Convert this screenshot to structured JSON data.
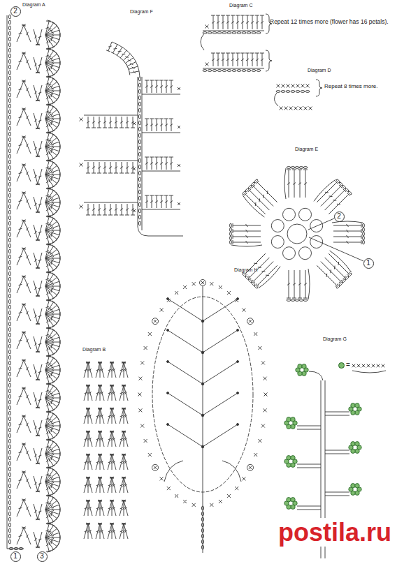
{
  "diagram": {
    "nodes": [
      {
        "text": [
          "2"
        ]
      },
      {
        "text": [
          "2"
        ]
      },
      {
        "text": [
          "1"
        ]
      },
      {
        "text": [
          "1"
        ]
      },
      {
        "text": [
          "3"
        ]
      }
    ],
    "labels": [
      "Diagram A",
      "Diagram F",
      "Diagram C",
      "Repeat 12 times more (flower has 16 petals).",
      "Diagram D",
      "Repeat 8 times more.",
      "Diagram E",
      "Diagram H",
      "Diagram B",
      "Diagram G",
      "postila.ru"
    ],
    "legend": [
      {
        "text": "=",
        "color": "#7dbb6e"
      }
    ]
  }
}
